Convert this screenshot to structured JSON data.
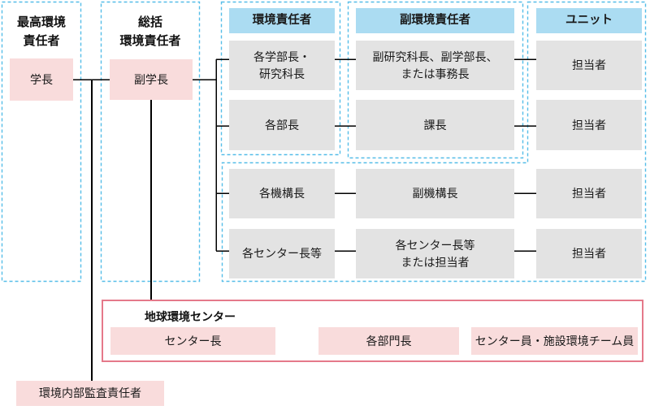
{
  "palette": {
    "pink_fill": "#f9dcdc",
    "blue_header_fill": "#abdcf2",
    "gray_fill": "#e3e3e3",
    "dashed_group_border": "#55bde8",
    "center_frame_border": "#e5798a",
    "connector_line": "#000000"
  },
  "left_groups": [
    {
      "title": "最高環境\n責任者",
      "member": "学長"
    },
    {
      "title": "総括\n環境責任者",
      "member": "副学長"
    }
  ],
  "responsibility_matrix": {
    "column_headers": [
      "環境責任者",
      "副環境責任者",
      "ユニット"
    ],
    "rows": [
      {
        "officer": "各学部長・\n研究科長",
        "deputy": "副研究科長、副学部長、\nまたは事務長",
        "unit": "担当者"
      },
      {
        "officer": "各部長",
        "deputy": "課長",
        "unit": "担当者"
      },
      {
        "officer": "各機構長",
        "deputy": "副機構長",
        "unit": "担当者"
      },
      {
        "officer": "各センター長等",
        "deputy": "各センター長等\nまたは担当者",
        "unit": "担当者"
      }
    ]
  },
  "environment_center": {
    "title": "地球環境センター",
    "members": [
      "センター長",
      "各部門長",
      "センター員・施設環境チーム員"
    ]
  },
  "internal_audit": {
    "label": "環境内部監査責任者"
  }
}
